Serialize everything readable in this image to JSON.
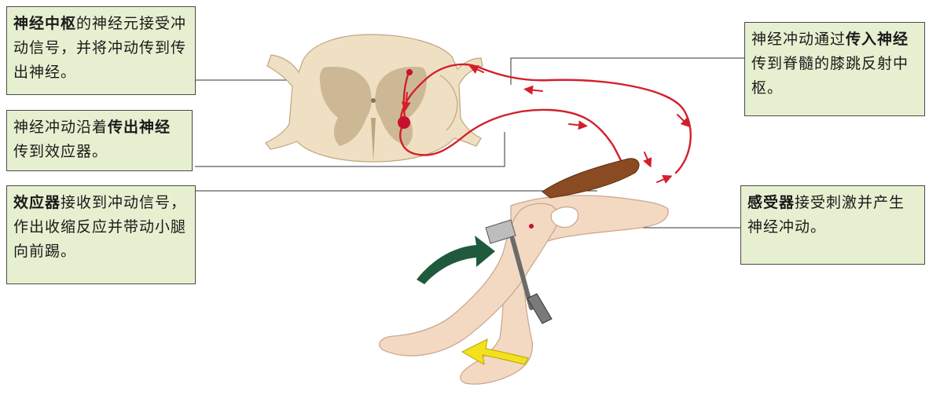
{
  "colors": {
    "box_fill": "#e6f0d0",
    "box_border": "#4a4a4a",
    "nerve": "#d41f2a",
    "skin": "#f3d8c2",
    "muscle": "#8a4b22",
    "arrow_green": "#1f5a3c",
    "arrow_yellow": "#f3e11e",
    "cord_outer": "#efe0c4",
    "cord_gray": "#cdb896"
  },
  "boxes": {
    "center": {
      "b1": "神经中枢",
      "t1": "的神经元接受冲动信号，并将冲动传到传出神经。"
    },
    "afferent": {
      "t1": "神经冲动通过",
      "b1": "传入神经",
      "t2": "传到脊髓的膝跳反射中枢。"
    },
    "efferent": {
      "t1": "神经冲动沿着",
      "b1": "传出神经",
      "t2": "传到效应器。"
    },
    "effector": {
      "b1": "效应器",
      "t1": "接收到冲动信号，作出收缩反应并带动小腿向前踢。"
    },
    "receptor": {
      "b1": "感受器",
      "t1": "接受刺激并产生神经冲动。"
    }
  },
  "icons": {
    "hammer": "reflex-hammer-icon",
    "green_arrow": "strike-arrow-icon",
    "yellow_arrow": "kick-arrow-icon"
  }
}
